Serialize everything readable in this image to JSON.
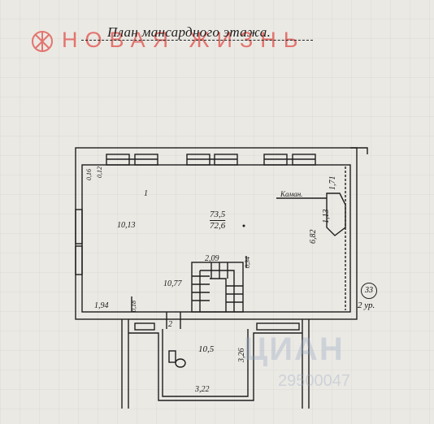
{
  "title": "План мансардного этажа.",
  "logo": {
    "text": "НОВАЯ ЖИЗНЬ",
    "color": "#e3746f"
  },
  "rooms": {
    "main_number": "1",
    "main_area_total": "73,5",
    "main_area_living": "72,6",
    "wc_number": "2",
    "wc_area": "10,5"
  },
  "dimensions": {
    "d_10_13": "10,13",
    "d_10_77": "10,77",
    "d_2_09": "2,09",
    "d_1_94": "1,94",
    "d_6_82": "6,82",
    "d_1_13": "1,13",
    "d_1_71": "1,71",
    "d_3_26": "3,26",
    "d_3_22": "3,22",
    "d_0_16": "0,16",
    "d_0_34": "0,34",
    "d_0_18": "0,18",
    "d_0_12": "0,12"
  },
  "labels": {
    "chimney": "Каман.",
    "circle_number": "33",
    "floor": "2 ур."
  },
  "watermark": {
    "brand": "ЦИАН",
    "id": "29500047"
  },
  "colors": {
    "ink": "#1e1e1e",
    "paper": "#ebe9e4",
    "logo": "#e3746f"
  }
}
